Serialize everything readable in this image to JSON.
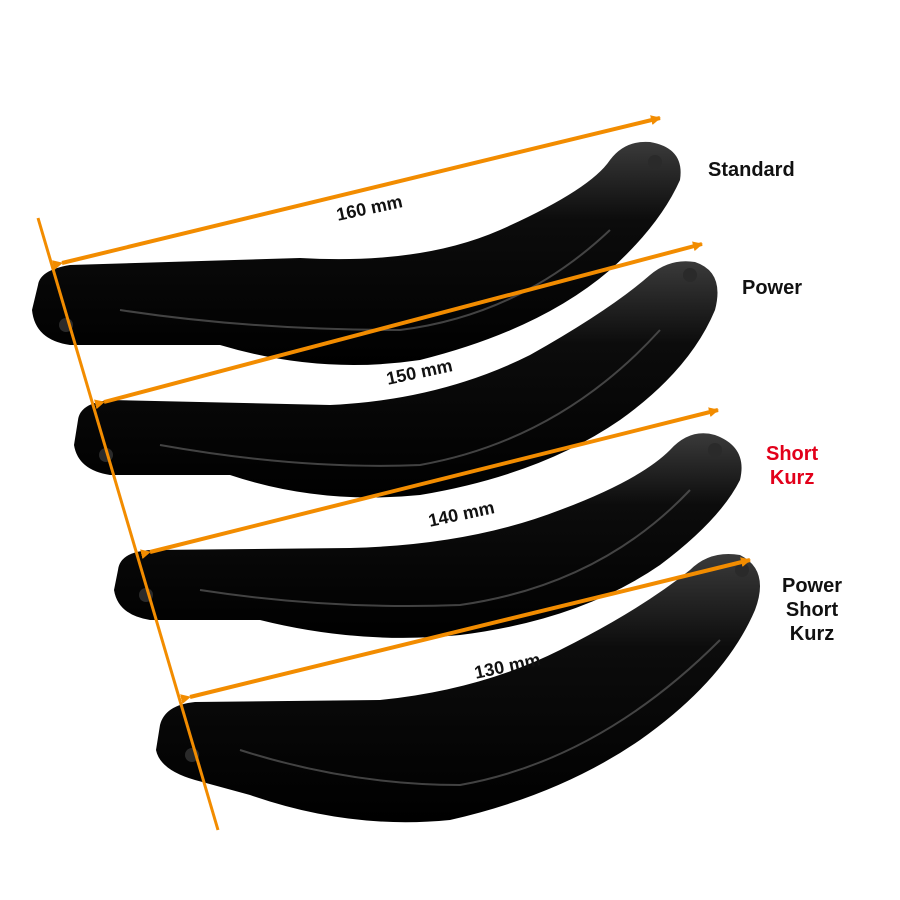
{
  "colors": {
    "arrow": "#F28C00",
    "lever_fill": "#0b0b0b",
    "lever_highlight": "#6a6a6a",
    "label": "#111111",
    "label_accent": "#E2001A"
  },
  "levers": [
    {
      "label_lines": [
        "Standard"
      ],
      "length": "160 mm"
    },
    {
      "label_lines": [
        "Power"
      ],
      "length": "150 mm"
    },
    {
      "label_lines": [
        "Short",
        "Kurz"
      ],
      "length": "140 mm",
      "accent": true
    },
    {
      "label_lines": [
        "Power",
        "Short",
        "Kurz"
      ],
      "length": "130 mm"
    }
  ]
}
